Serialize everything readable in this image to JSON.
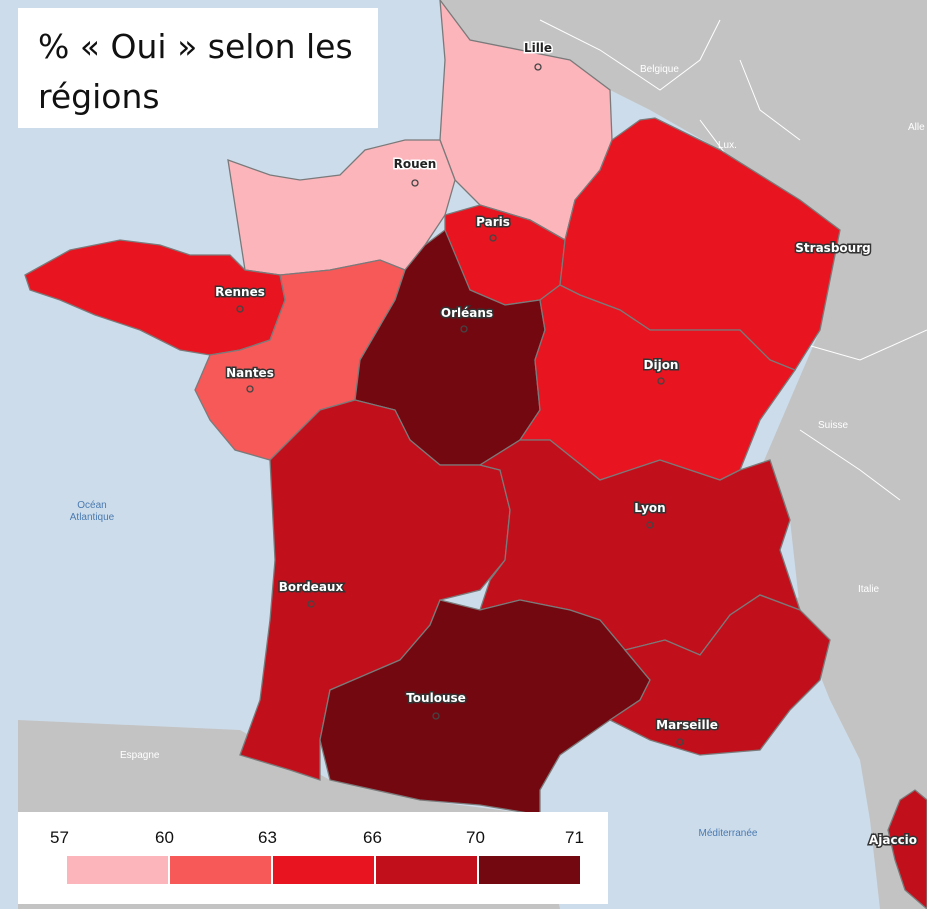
{
  "title": "% « Oui » selon les régions",
  "legend": {
    "ticks": [
      "57",
      "60",
      "63",
      "66",
      "70",
      "71"
    ],
    "colors": [
      "#fdb5bc",
      "#f75959",
      "#e8141f",
      "#c1101c",
      "#730810"
    ]
  },
  "colors": {
    "sea": "#cddcea",
    "land": "#c3c3c3"
  },
  "cities": {
    "lille": "Lille",
    "rouen": "Rouen",
    "paris": "Paris",
    "strasbourg": "Strasbourg",
    "rennes": "Rennes",
    "orleans": "Orléans",
    "nantes": "Nantes",
    "dijon": "Dijon",
    "lyon": "Lyon",
    "bordeaux": "Bordeaux",
    "toulouse": "Toulouse",
    "marseille": "Marseille",
    "ajaccio": "Ajaccio"
  },
  "countries": {
    "belgique": "Belgique",
    "lux": "Lux.",
    "suisse": "Suisse",
    "italie": "Italie",
    "espagne": "Espagne",
    "alle": "Alle"
  },
  "seas": {
    "ocean_line1": "Océan",
    "ocean_line2": "Atlantique",
    "mediterranee": "Méditerranée"
  }
}
